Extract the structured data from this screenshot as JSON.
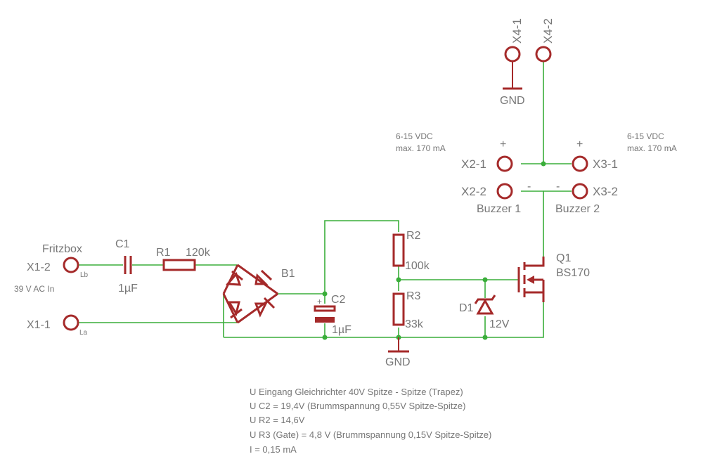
{
  "connectors": {
    "x4_1": "X4-1",
    "x4_2": "X4-2",
    "x2_1": "X2-1",
    "x2_2": "X2-2",
    "x3_1": "X3-1",
    "x3_2": "X3-2",
    "x1_1": "X1-1",
    "x1_2": "X1-2"
  },
  "pins": {
    "la": "La",
    "lb": "Lb",
    "plus": "+",
    "minus": "-"
  },
  "labels": {
    "fritzbox": "Fritzbox",
    "ac_in": "39 V AC In",
    "buzzer1": "Buzzer 1",
    "buzzer2": "Buzzer 2",
    "gnd": "GND",
    "supply_left_1": "6-15 VDC",
    "supply_left_2": "max. 170 mA",
    "supply_right_1": "6-15 VDC",
    "supply_right_2": "max. 170 mA"
  },
  "components": {
    "c1_name": "C1",
    "c1_value": "1µF",
    "r1_name": "R1",
    "r1_value": "120k",
    "b1_name": "B1",
    "c2_name": "C2",
    "c2_value": "1µF",
    "r2_name": "R2",
    "r2_value": "100k",
    "r3_name": "R3",
    "r3_value": "33k",
    "d1_name": "D1",
    "d1_value": "12V",
    "q1_name": "Q1",
    "q1_value": "BS170"
  },
  "notes": [
    "U Eingang Gleichrichter 40V Spitze - Spitze (Trapez)",
    "U C2 = 19,4V (Brummspannung 0,55V Spitze-Spitze)",
    "U R2 = 14,6V",
    "U R3 (Gate) = 4,8 V (Brummspannung 0,15V Spitze-Spitze)",
    "I = 0,15 mA"
  ],
  "colors": {
    "wire": "#3aae3a",
    "part": "#a52a2a",
    "text": "#777777",
    "background": "#ffffff"
  }
}
